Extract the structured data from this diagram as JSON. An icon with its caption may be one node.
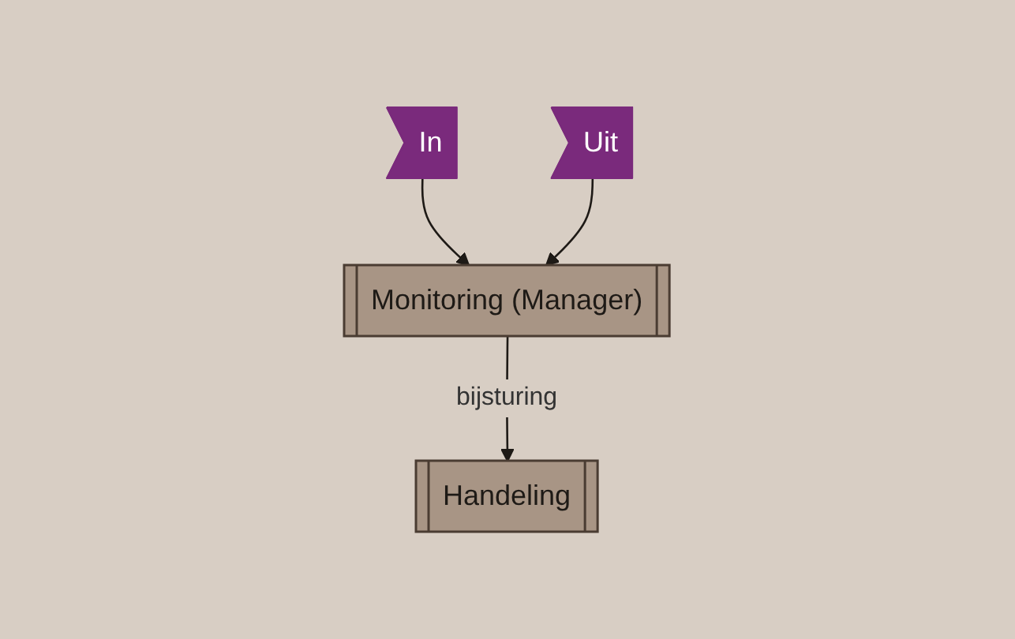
{
  "diagram": {
    "nodes": [
      {
        "text": [
          "Monitoring (Manager)"
        ]
      },
      {
        "text": [
          "Handeling"
        ]
      },
      {
        "text": [
          "In"
        ]
      },
      {
        "text": [
          "Uit"
        ]
      }
    ],
    "edges": [
      {
        "from": 0,
        "to": 1,
        "label": "bijsturing",
        "arrow": "to"
      },
      {
        "from": 2,
        "to": 0,
        "arrow": "to"
      },
      {
        "from": 3,
        "to": 0,
        "arrow": "to"
      }
    ]
  }
}
